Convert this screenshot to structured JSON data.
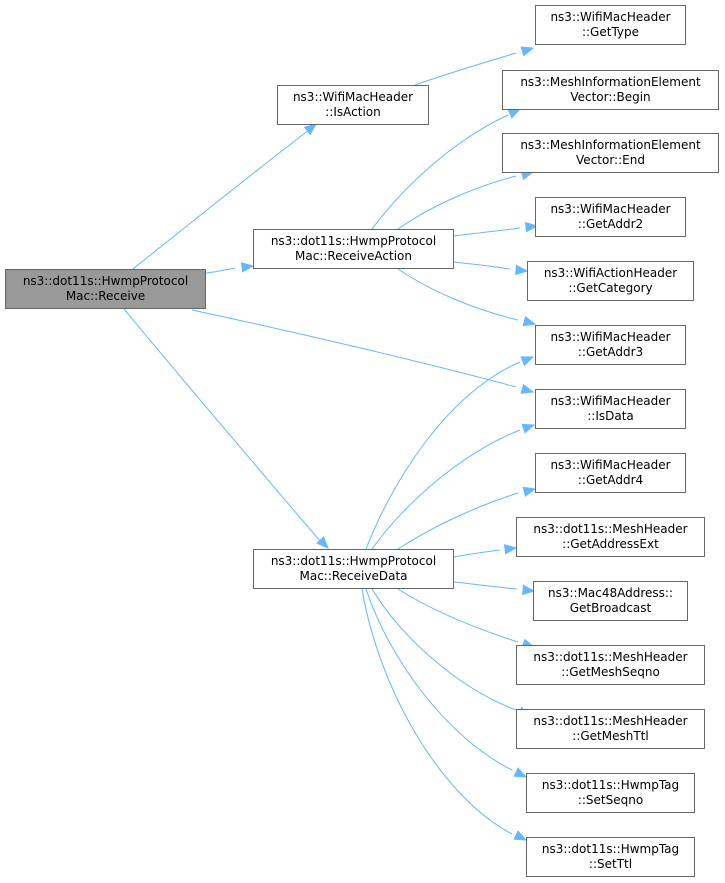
{
  "diagram": {
    "nodes": [
      {
        "id": "receive",
        "line1": "ns3::dot11s::HwmpProtocol",
        "line2": "Mac::Receive",
        "root": true
      },
      {
        "id": "isaction",
        "line1": "ns3::WifiMacHeader",
        "line2": "::IsAction"
      },
      {
        "id": "receiveaction",
        "line1": "ns3::dot11s::HwmpProtocol",
        "line2": "Mac::ReceiveAction"
      },
      {
        "id": "receivedata",
        "line1": "ns3::dot11s::HwmpProtocol",
        "line2": "Mac::ReceiveData"
      },
      {
        "id": "gettype",
        "line1": "ns3::WifiMacHeader",
        "line2": "::GetType"
      },
      {
        "id": "begin",
        "line1": "ns3::MeshInformationElement",
        "line2": "Vector::Begin"
      },
      {
        "id": "end",
        "line1": "ns3::MeshInformationElement",
        "line2": "Vector::End"
      },
      {
        "id": "getaddr2",
        "line1": "ns3::WifiMacHeader",
        "line2": "::GetAddr2"
      },
      {
        "id": "getcategory",
        "line1": "ns3::WifiActionHeader",
        "line2": "::GetCategory"
      },
      {
        "id": "getaddr3",
        "line1": "ns3::WifiMacHeader",
        "line2": "::GetAddr3"
      },
      {
        "id": "isdata",
        "line1": "ns3::WifiMacHeader",
        "line2": "::IsData"
      },
      {
        "id": "getaddr4",
        "line1": "ns3::WifiMacHeader",
        "line2": "::GetAddr4"
      },
      {
        "id": "getaddressext",
        "line1": "ns3::dot11s::MeshHeader",
        "line2": "::GetAddressExt"
      },
      {
        "id": "getbroadcast",
        "line1": "ns3::Mac48Address::",
        "line2": "GetBroadcast"
      },
      {
        "id": "getmeshseqno",
        "line1": "ns3::dot11s::MeshHeader",
        "line2": "::GetMeshSeqno"
      },
      {
        "id": "getmeshttl",
        "line1": "ns3::dot11s::MeshHeader",
        "line2": "::GetMeshTtl"
      },
      {
        "id": "setseqno",
        "line1": "ns3::dot11s::HwmpTag",
        "line2": "::SetSeqno"
      },
      {
        "id": "setttl",
        "line1": "ns3::dot11s::HwmpTag",
        "line2": "::SetTtl"
      }
    ],
    "edges": [
      {
        "from": "receive",
        "to": "isaction"
      },
      {
        "from": "receive",
        "to": "receiveaction"
      },
      {
        "from": "receive",
        "to": "isdata"
      },
      {
        "from": "receive",
        "to": "receivedata"
      },
      {
        "from": "isaction",
        "to": "gettype"
      },
      {
        "from": "receiveaction",
        "to": "begin"
      },
      {
        "from": "receiveaction",
        "to": "end"
      },
      {
        "from": "receiveaction",
        "to": "getaddr2"
      },
      {
        "from": "receiveaction",
        "to": "getcategory"
      },
      {
        "from": "receiveaction",
        "to": "getaddr3"
      },
      {
        "from": "receivedata",
        "to": "getaddr3"
      },
      {
        "from": "receivedata",
        "to": "isdata"
      },
      {
        "from": "receivedata",
        "to": "getaddr4"
      },
      {
        "from": "receivedata",
        "to": "getaddressext"
      },
      {
        "from": "receivedata",
        "to": "getbroadcast"
      },
      {
        "from": "receivedata",
        "to": "getmeshseqno"
      },
      {
        "from": "receivedata",
        "to": "getmeshttl"
      },
      {
        "from": "receivedata",
        "to": "setseqno"
      },
      {
        "from": "receivedata",
        "to": "setttl"
      }
    ],
    "colors": {
      "edge": "#63b8ff",
      "root_fill": "#999999",
      "node_border": "#666666"
    }
  }
}
